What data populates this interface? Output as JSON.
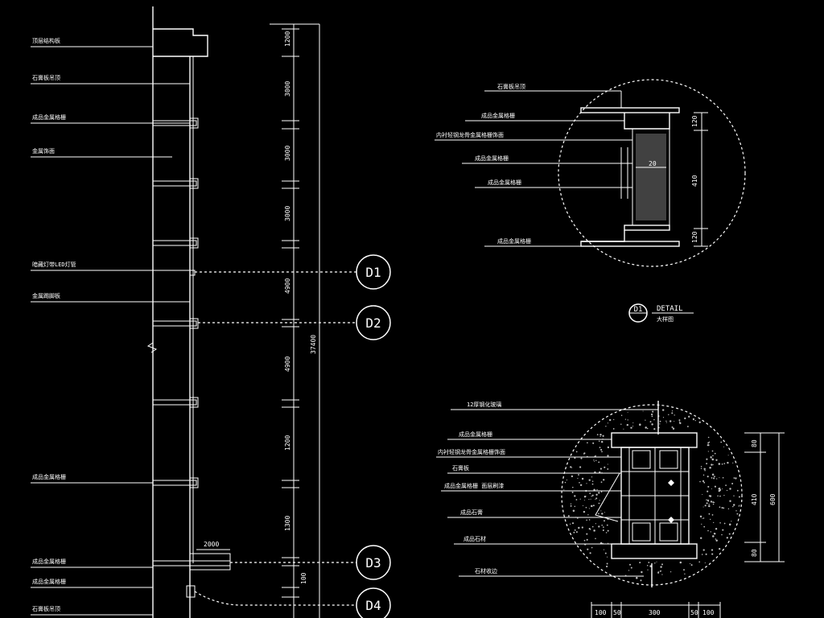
{
  "elevation": {
    "leader_labels": [
      "顶层结构板",
      "石膏板吊顶",
      "成品金属格栅",
      "金属饰面",
      "暗藏灯带LED灯管",
      "金属踢脚板",
      "成品金属格栅",
      "成品金属格栅",
      "成品金属格栅",
      "石膏板吊顶"
    ],
    "dimensions": [
      "1200",
      "3000",
      "3000",
      "3000",
      "4900",
      "4900",
      "1200",
      "1300",
      "100",
      "2000"
    ],
    "total_dimension": "37400"
  },
  "callouts": [
    "D1",
    "D2",
    "D3",
    "D4"
  ],
  "detail_d1": {
    "labels": [
      "石膏板吊顶",
      "成品金属格栅",
      "内衬轻钢龙骨金属格栅饰面",
      "成品金属格栅",
      "成品金属格栅",
      "成品金属格栅"
    ],
    "dims": [
      "120",
      "410",
      "120",
      "20"
    ],
    "title_tag": "D1",
    "title_en": "DETAIL",
    "title_cn": "大样图"
  },
  "detail_d2": {
    "labels": [
      "12厚钢化玻璃",
      "成品金属格栅",
      "内衬轻钢龙骨金属格栅饰面",
      "石膏板",
      "成品金属格栅 面层刷漆",
      "成品石膏",
      "成品石材",
      "石材收边"
    ],
    "right_dims": [
      "80",
      "410",
      "80"
    ],
    "total": "600",
    "bottom_dims": [
      "100",
      "50",
      "300",
      "50",
      "100"
    ]
  }
}
